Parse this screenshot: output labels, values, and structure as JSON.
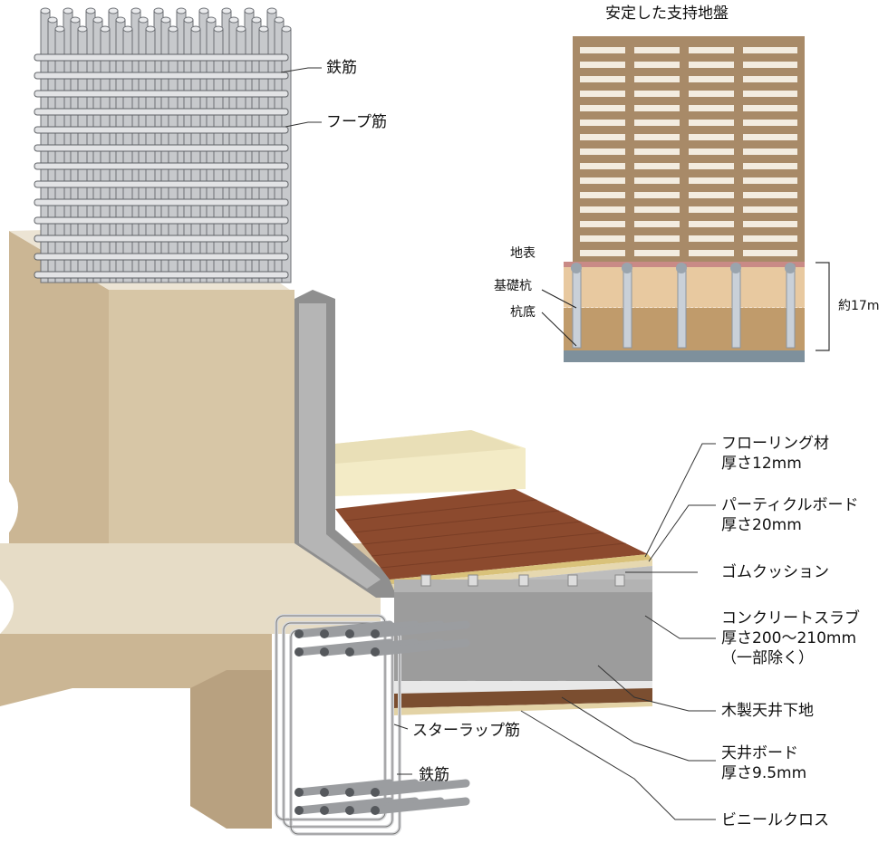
{
  "title": "安定した支持地盤",
  "ground_labels": {
    "surface": "地表",
    "pile": "基礎杭",
    "pile_tip": "杭底",
    "depth": "約17m"
  },
  "column_labels": {
    "rebar": "鉄筋",
    "hoop": "フープ筋"
  },
  "beam_labels": {
    "stirrup": "スターラップ筋",
    "rebar": "鉄筋"
  },
  "floor_labels": [
    {
      "name": "フローリング材",
      "spec": "厚さ12mm"
    },
    {
      "name": "パーティクルボード",
      "spec": "厚さ20mm"
    },
    {
      "name": "ゴムクッション",
      "spec": ""
    },
    {
      "name": "コンクリートスラブ",
      "spec": "厚さ200〜210mm",
      "note": "（一部除く）"
    },
    {
      "name": "木製天井下地",
      "spec": ""
    },
    {
      "name": "天井ボード",
      "spec": "厚さ9.5mm"
    },
    {
      "name": "ビニールクロス",
      "spec": ""
    }
  ]
}
